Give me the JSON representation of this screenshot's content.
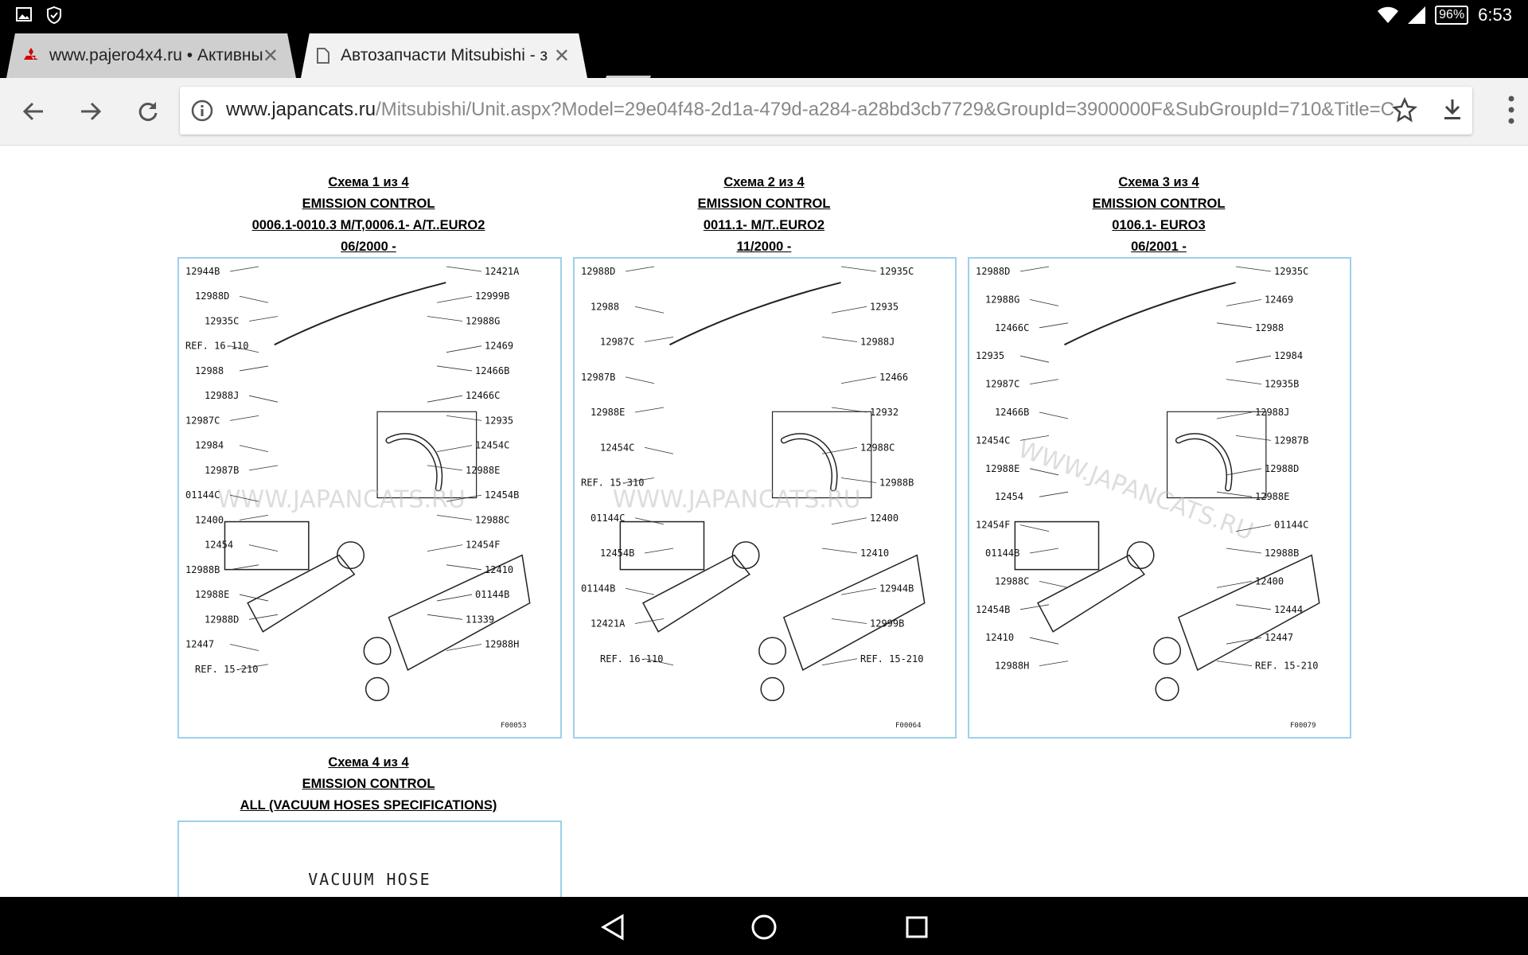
{
  "status_bar": {
    "battery": "96%",
    "time": "6:53",
    "icons": [
      "gallery-icon",
      "shield-check-icon",
      "wifi-icon",
      "cell-signal-icon",
      "battery-icon"
    ]
  },
  "tabs": [
    {
      "title": "www.pajero4x4.ru • Активны",
      "icon": "mitsubishi-logo-icon",
      "active": false
    },
    {
      "title": "Автозапчасти Mitsubishi - з",
      "icon": "page-icon",
      "active": true
    }
  ],
  "toolbar": {
    "url_host": "www.japancats.ru",
    "url_path": "/Mitsubishi/Unit.aspx?Model=29e04f48-2d1a-479d-a284-a28bd3cb7729&GroupId=3900000F&SubGroupId=710&Title=C"
  },
  "schemes": [
    {
      "heading": "Схема 1 из 4",
      "title": "EMISSION CONTROL",
      "spec": "0006.1-0010.3 M/T,0006.1- A/T..EURO2",
      "date": "06/2000 -",
      "code": "F00053",
      "labels": [
        "12944B",
        "12421A",
        "12988D",
        "12999B",
        "12935C",
        "12988G",
        "REF. 16-110",
        "12469",
        "12988",
        "12466B",
        "12988J",
        "12466C",
        "12987C",
        "12935",
        "12984",
        "12454C",
        "12987B",
        "12988E",
        "01144C",
        "12454B",
        "12400",
        "12988C",
        "12454",
        "12454F",
        "12988B",
        "12410",
        "12988E",
        "01144B",
        "12988D",
        "11339",
        "12447",
        "12988H",
        "REF. 15-210"
      ]
    },
    {
      "heading": "Схема 2 из 4",
      "title": "EMISSION CONTROL",
      "spec": "0011.1- M/T..EURO2",
      "date": "11/2000 -",
      "code": "F00064",
      "labels": [
        "12988D",
        "12935C",
        "12988",
        "12935",
        "12987C",
        "12988J",
        "12987B",
        "12466",
        "12988E",
        "12932",
        "12454C",
        "12988C",
        "REF. 15-310",
        "12988B",
        "01144C",
        "12400",
        "12454B",
        "12410",
        "01144B",
        "12944B",
        "12421A",
        "12999B",
        "REF. 16-110",
        "REF. 15-210"
      ]
    },
    {
      "heading": "Схема 3 из 4",
      "title": "EMISSION CONTROL",
      "spec": "0106.1- EURO3",
      "date": "06/2001 -",
      "code": "F00079",
      "labels": [
        "12988D",
        "12935C",
        "12988G",
        "12469",
        "12466C",
        "12988",
        "12935",
        "12984",
        "12987C",
        "12935B",
        "12466B",
        "12988J",
        "12454C",
        "12987B",
        "12988E",
        "12988D",
        "12454",
        "12988E",
        "12454F",
        "01144C",
        "01144B",
        "12988B",
        "12988C",
        "12400",
        "12454B",
        "12444",
        "12410",
        "12447",
        "12988H",
        "REF. 15-210"
      ]
    },
    {
      "heading": "Схема 4 из 4",
      "title": "EMISSION CONTROL",
      "spec": "ALL (VACUUM HOSES SPECIFICATIONS)",
      "date": "",
      "code": "",
      "labels": [
        "VACUUM  HOSE"
      ]
    }
  ],
  "watermark": "WWW.JAPANCATS.RU"
}
